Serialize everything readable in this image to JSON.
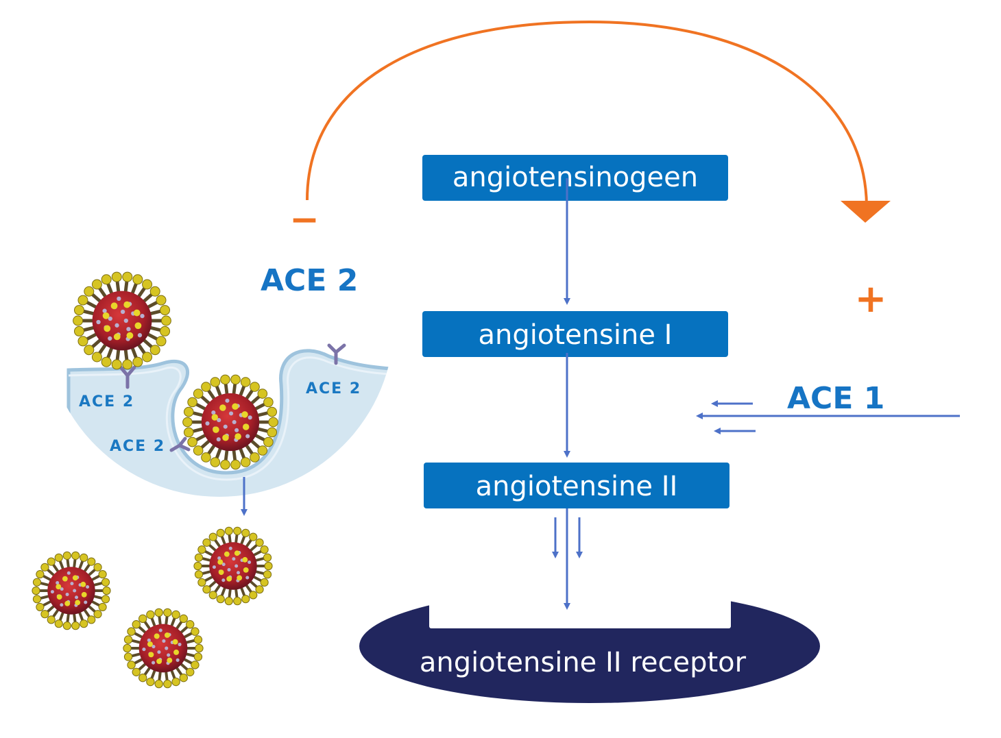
{
  "pathway": {
    "step1": "angiotensinogeen",
    "step2": "angiotensine I",
    "step3": "angiotensine II",
    "receptor": "angiotensine II receptor"
  },
  "enzymes": {
    "ace1": "ACE 1",
    "ace2_title": "ACE 2",
    "ace2_receptor_labels": [
      "ACE 2",
      "ACE 2",
      "ACE 2"
    ]
  },
  "feedback": {
    "minus": "−",
    "plus": "+"
  },
  "colors": {
    "box_fill": "#0672bf",
    "arrow_blue": "#4d71c8",
    "feedback_orange": "#f07322",
    "receptor_navy": "#21265e",
    "cell_fill": "#d4e6f1",
    "virus_core": "#b0242b",
    "virus_spike": "#d6c422"
  },
  "icons": [
    "virus-icon",
    "cell-membrane-icon",
    "ace2-receptor-icon"
  ]
}
